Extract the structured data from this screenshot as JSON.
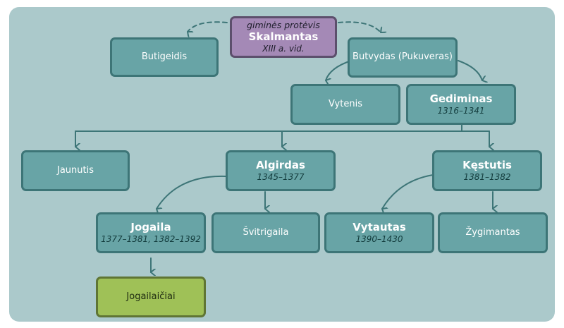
{
  "root": {
    "epithet": "giminės protėvis",
    "name": "Skalmantas",
    "years": "XIII a. vid."
  },
  "nodes": {
    "butigeidis": {
      "name": "Butigeidis"
    },
    "butvydas": {
      "name": "Butvydas (Pukuveras)"
    },
    "vytenis": {
      "name": "Vytenis"
    },
    "gediminas": {
      "name": "Gediminas",
      "years": "1316–1341"
    },
    "jaunutis": {
      "name": "Jaunutis"
    },
    "algirdas": {
      "name": "Algirdas",
      "years": "1345–1377"
    },
    "kestutis": {
      "name": "Kęstutis",
      "years": "1381–1382"
    },
    "jogaila": {
      "name": "Jogaila",
      "years": "1377–1381, 1382–1392"
    },
    "svitrigaila": {
      "name": "Švitrigaila"
    },
    "vytautas": {
      "name": "Vytautas",
      "years": "1390–1430"
    },
    "zygimantas": {
      "name": "Žygimantas"
    },
    "jogailaiciai": {
      "name": "Jogailaičiai"
    }
  },
  "colors": {
    "background": "#abc9cb",
    "node_fill": "#68a4a6",
    "node_border": "#3d7577",
    "root_fill": "#a489b6",
    "leaf_fill": "#9fc157",
    "connector": "#3d7577"
  }
}
